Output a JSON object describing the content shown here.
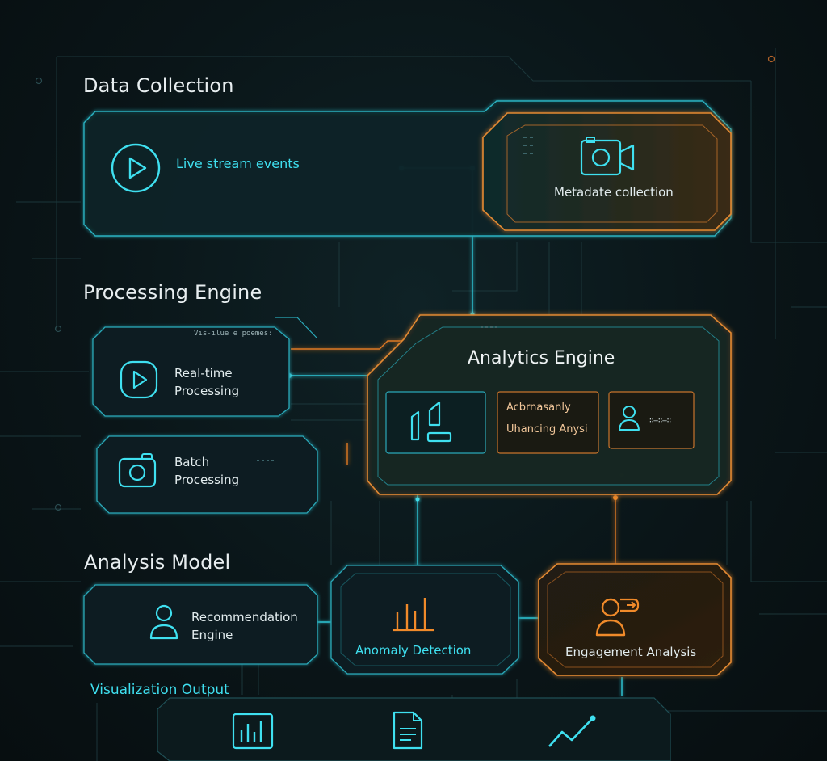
{
  "sections": {
    "data_collection": "Data Collection",
    "processing_engine": "Processing Engine",
    "analysis_model": "Analysis Model",
    "visualization_output": "Visualization Output"
  },
  "nodes": {
    "live_stream": "Live stream events",
    "metadata": "Metadate collection",
    "realtime_line1": "Real-time",
    "realtime_line2": "Processing",
    "batch_line1": "Batch",
    "batch_line2": "Processing",
    "analytics_engine": "Analytics Engine",
    "analytics_sub_1": "Acbrnasanly",
    "analytics_sub_2": "Uhancing Anysi",
    "analytics_sub_3": "∷̶∷̶∷",
    "processing_tag": "Vis-ilue e poemes:",
    "recommendation_line1": "Recommendation",
    "recommendation_line2": "Engine",
    "anomaly": "Anomaly Detection",
    "engagement": "Engagement Analysis"
  },
  "icons": {
    "live_stream": "play-icon",
    "metadata": "camera-icon",
    "realtime": "play-icon",
    "batch": "camera-icon",
    "analytics_chart": "bar-chart-icon",
    "analytics_user": "user-icon",
    "recommendation": "user-icon",
    "anomaly": "bar-chart-icon",
    "engagement": "user-share-icon",
    "viz_bar": "bar-chart-icon",
    "viz_doc": "document-icon",
    "viz_line": "line-chart-icon"
  },
  "colors": {
    "cyan": "#3fe0f0",
    "orange": "#f08a2a",
    "background": "#0a1518",
    "text": "#e8eef0"
  }
}
